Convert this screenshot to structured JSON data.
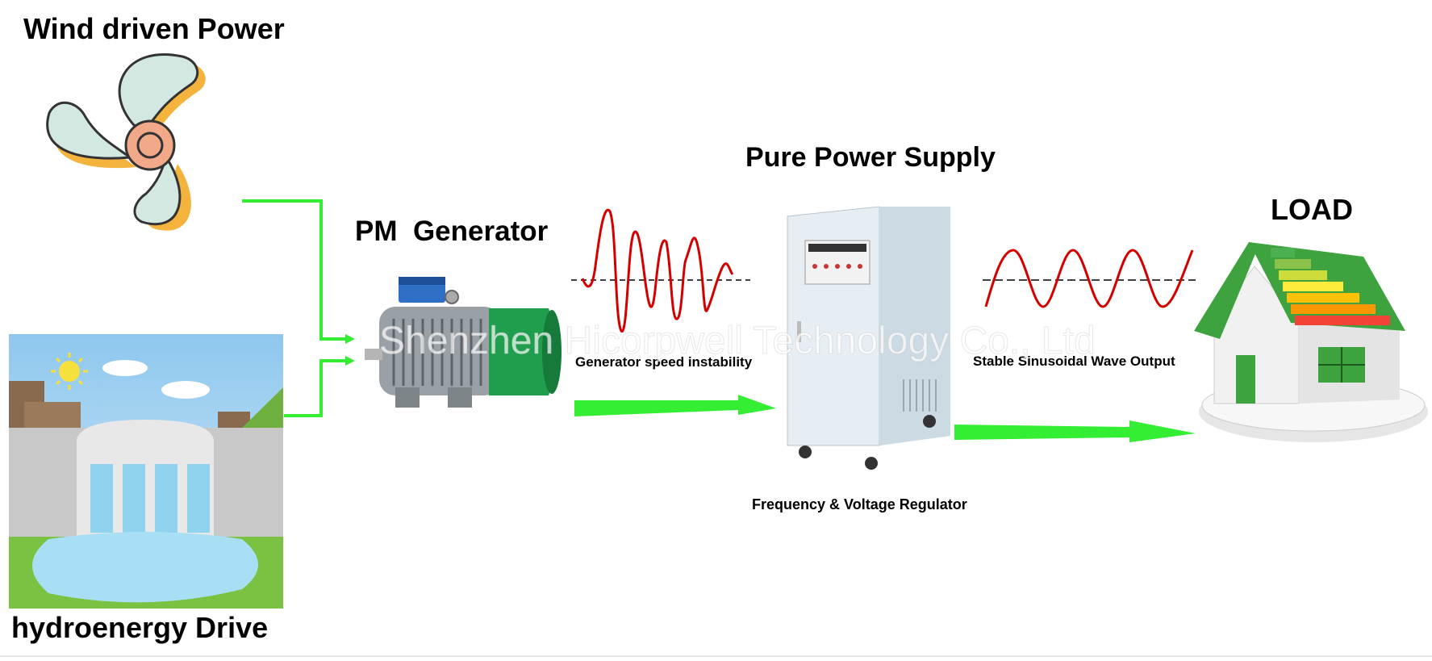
{
  "labels": {
    "wind": "Wind driven Power",
    "hydro": "hydroenergy Drive",
    "generator": "PM  Generator",
    "supply": "Pure Power Supply",
    "load": "LOAD",
    "instability": "Generator speed instability",
    "stable": "Stable Sinusoidal Wave Output",
    "regulator": "Frequency & Voltage Regulator"
  },
  "watermark": "Shenzhen Hicorpwell Technology Co., Ltd",
  "colors": {
    "flow_arrow": "#33ee33",
    "wave": "#d40000",
    "house_roof": "#3ea33e",
    "cabinet": "#dce7ef"
  },
  "icons": {
    "wind": "fan-icon",
    "hydro": "dam-icon",
    "generator": "motor-icon",
    "supply": "cabinet-icon",
    "load": "house-icon"
  }
}
